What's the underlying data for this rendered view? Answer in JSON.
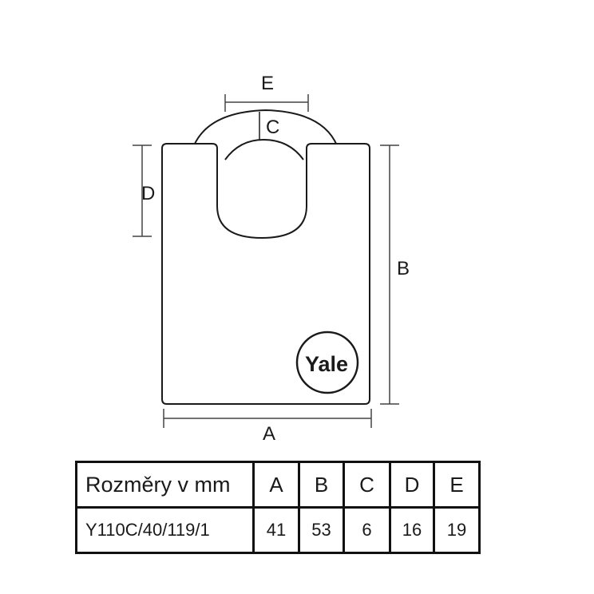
{
  "diagram": {
    "brand_logo": "Yale",
    "dimension_labels": {
      "A": "A",
      "B": "B",
      "C": "C",
      "D": "D",
      "E": "E"
    }
  },
  "table": {
    "header": [
      "Rozměry v mm",
      "A",
      "B",
      "C",
      "D",
      "E"
    ],
    "row": [
      "Y110C/40/119/1",
      "41",
      "53",
      "6",
      "16",
      "19"
    ]
  },
  "colors": {
    "line": "#1a1a1a",
    "dim_line": "#444444",
    "background": "#ffffff"
  }
}
